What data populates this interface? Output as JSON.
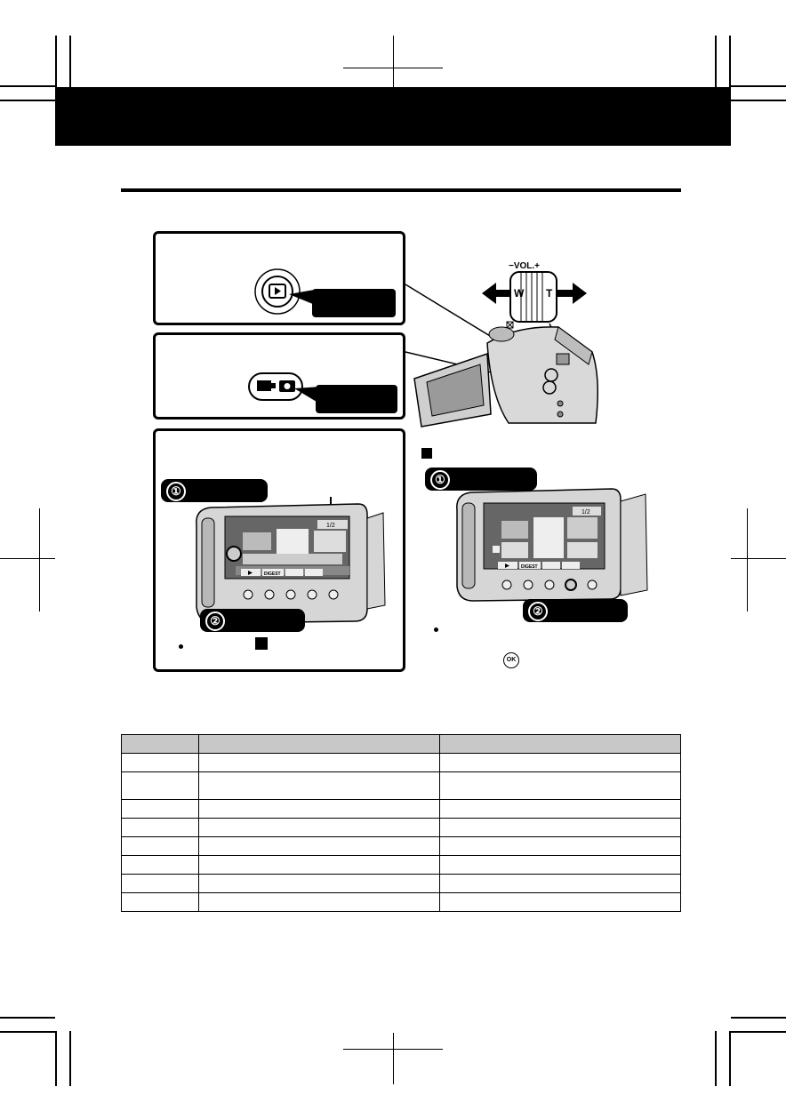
{
  "step1": {
    "label_num": "①"
  },
  "step2": {
    "label_num": "②"
  },
  "zoom_lever": {
    "vol_label": "−VOL.+",
    "w_label": "W",
    "t_label": "T"
  },
  "lcd": {
    "page_indicator": "1/2",
    "page_indicator_2": "1/2",
    "digest_label": "DIGEST"
  },
  "ok_label": "OK",
  "table": {
    "rows": 8
  }
}
